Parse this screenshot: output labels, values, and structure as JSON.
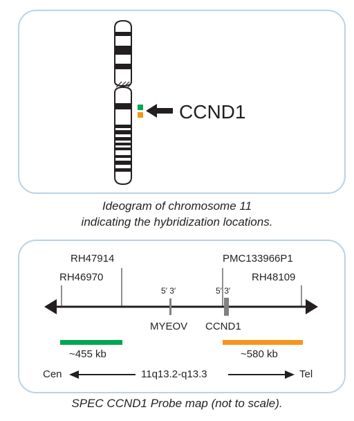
{
  "ideogram": {
    "gene_label": "CCND1",
    "caption_line1": "Ideogram of chromosome 11",
    "caption_line2": "indicating the hybridization locations.",
    "colors": {
      "green": "#00a651",
      "orange": "#f7941d",
      "band": "#231f20"
    }
  },
  "probe_map": {
    "markers": {
      "rh47914": "RH47914",
      "rh46970": "RH46970",
      "pmc": "PMC133966P1",
      "rh48109": "RH48109"
    },
    "genes": {
      "myeov": "MYEOV",
      "ccnd1": "CCND1",
      "myeov_orient": "5′ 3′",
      "ccnd1_orient": "5′ 3′"
    },
    "green_probe_size": "~455 kb",
    "orange_probe_size": "~580 kb",
    "cen_label": "Cen",
    "tel_label": "Tel",
    "region_label": "11q13.2-q13.3",
    "caption": "SPEC CCND1 Probe map (not to scale).",
    "colors": {
      "green": "#00a651",
      "orange": "#f7941d",
      "line": "#231f20",
      "gene": "#808080"
    }
  }
}
